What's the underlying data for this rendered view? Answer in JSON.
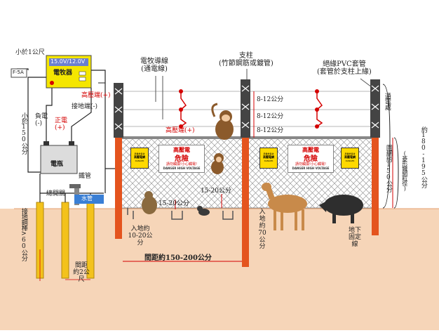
{
  "energizer": {
    "display": "15.0V/12.0V",
    "name": "電牧器",
    "color": "#f5e600"
  },
  "labels": {
    "distance_1m": "小於1公尺",
    "fuse": "F-5A",
    "high_voltage_plus": "高壓端(+)",
    "ground_terminal": "接地端(-)",
    "negative": "負電\n(-)",
    "positive": "正電\n(+)",
    "battery_distance": "小於150公分",
    "battery": "電瓶",
    "main_switch": "總開關",
    "water_pipe": "鐵管",
    "water": "水管",
    "electric_wire": "電牧導線\n(通電線)",
    "post": "支柱\n(竹節鋼筋或鍍管)",
    "pvc": "絕緣PVC套管\n(套管於支柱上緣)",
    "wire_spacing_1": "8-12公分",
    "wire_spacing_2": "8-12公分",
    "wire_spacing_3": "8-12公分",
    "energized_wire": "通電處",
    "total_height": "約180-195公分",
    "mesh_height": "圍網約150公分",
    "mesh_type": "(菱形鐵網粒徑)",
    "high_voltage_plus_2": "高壓端(+)",
    "ground_gap_1": "15-20公分",
    "ground_gap_2": "15-20公分",
    "bury_depth": "入地約10-20公分",
    "post_depth": "入地約70公分",
    "ground_rod": "接地鋼棒>60公分",
    "rod_spacing": "間距約2公尺",
    "post_spacing": "間距約150-200公分",
    "underground_wire": "地下固定線",
    "sign_title": "高壓電",
    "sign_main": "危險",
    "sign_sub": "請勿觸摸!小心觸電!",
    "sign_en": "DANGER  HIGH VOLTAGE",
    "ysign_top": "農業委員會",
    "ysign_mid": "高壓電網",
    "ysign_bot": "DANGER"
  },
  "colors": {
    "soil": "#f6d5b8",
    "post": "#e4541e",
    "wire": "#e0e0e0",
    "ground_rod": "#f3c21c",
    "mesh": "#9a9a9a",
    "accent_red": "#d40000"
  }
}
